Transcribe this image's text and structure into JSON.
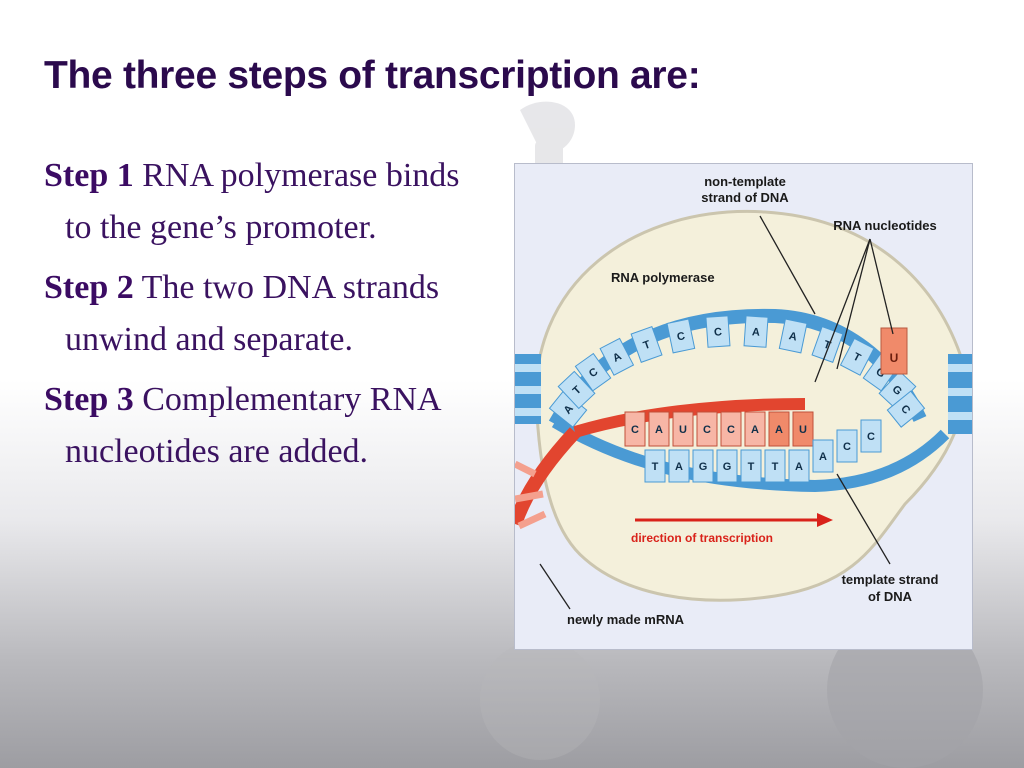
{
  "slide": {
    "title": "The three steps of transcription are:",
    "steps": [
      {
        "label": "Step 1",
        "text": "RNA polymerase binds to the gene’s promoter."
      },
      {
        "label": "Step 2",
        "text": "The two DNA strands unwind and separate."
      },
      {
        "label": "Step 3",
        "text": "Complementary RNA nucleotides are added."
      }
    ]
  },
  "figure": {
    "labels": {
      "non_template_line1": "non-template",
      "non_template_line2": "strand of DNA",
      "rna_nucleotides": "RNA nucleotides",
      "rna_polymerase": "RNA polymerase",
      "direction": "direction of transcription",
      "template_line1": "template strand",
      "template_line2": "of DNA",
      "mrna": "newly made mRNA"
    },
    "top_strand_bases": [
      "A",
      "T",
      "C",
      "A",
      "T",
      "C",
      "C",
      "A",
      "A",
      "T",
      "T",
      "G",
      "G",
      "C"
    ],
    "rna_bases": [
      "C",
      "A",
      "U",
      "C",
      "C",
      "A",
      "A",
      "U"
    ],
    "template_bases": [
      "T",
      "A",
      "G",
      "G",
      "T",
      "T",
      "A",
      "A",
      "C",
      "C"
    ],
    "incoming_nucleotide": "U",
    "colors": {
      "dna_blue": "#4a9ad4",
      "rna_red": "#e2452f",
      "polymerase_bubble": "#f6f1d9",
      "nucleotide_orange": "#f08a6a",
      "arrow_red": "#d9221a",
      "slide_title": "#2b0a4d",
      "body_text": "#3a1260"
    }
  }
}
